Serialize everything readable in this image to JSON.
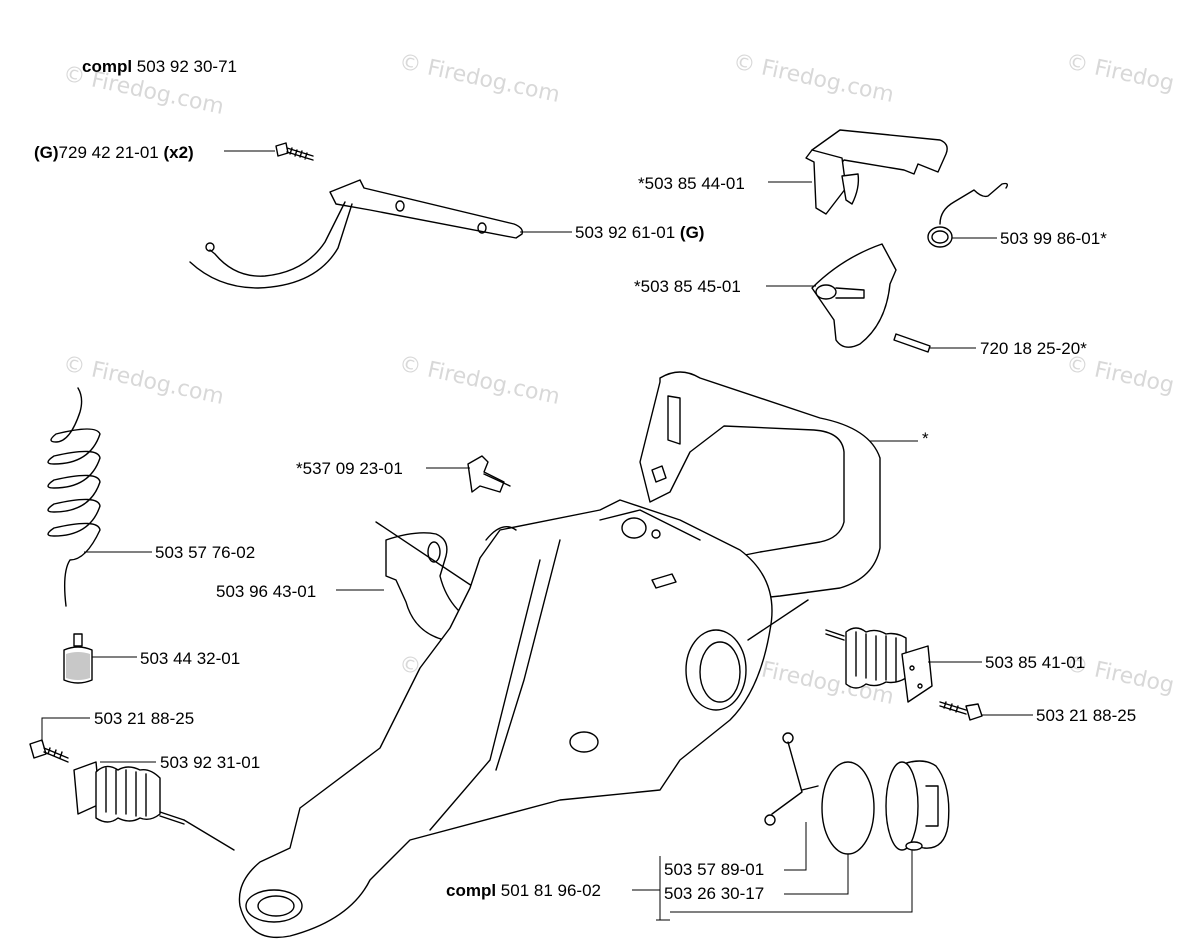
{
  "watermarks": [
    "© Firedog.com",
    "© Firedog.com",
    "© Firedog",
    "© Firedog.com",
    "© Firedog.com",
    "© Firedog",
    "© Firedog.com",
    "© Firedog.com",
    "© Firedog",
    "© Firedog.com"
  ],
  "labels": {
    "compl_top": {
      "bold": "compl",
      "text": " 503 92 30-71"
    },
    "bracket_screw": {
      "bold": "(G)",
      "text": "729 42 21-01 ",
      "bold2": "(x2)"
    },
    "bracket": {
      "text": "503 92 61-01 ",
      "bold": "(G)"
    },
    "throttle_lockout": "*503 85 44-01",
    "spring": "503 99 86-01*",
    "throttle_trigger": "*503 85 45-01",
    "pin": "720 18 25-20*",
    "handle": "*",
    "nipple": "*537 09 23-01",
    "fuel_hose": "503 57 76-02",
    "plate": "503 96 43-01",
    "fuel_filter": "503 44 32-01",
    "av_element_right": "503 85 41-01",
    "screw_right": "503 21 88-25",
    "screw_left": "503 21 88-25",
    "av_element_left": "503 92 31-01",
    "cap_compl": {
      "bold": "compl",
      "text": " 501 81 96-02"
    },
    "strap": "503 57 89-01",
    "oring": "503 26 30-17"
  }
}
